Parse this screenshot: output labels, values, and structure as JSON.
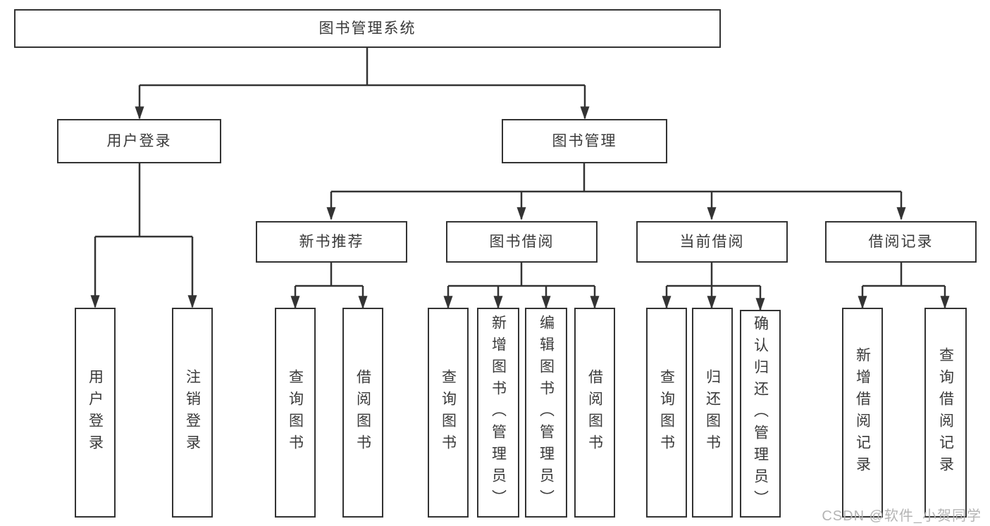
{
  "nodes": {
    "root": "图书管理系统",
    "user_login_group": "用户登录",
    "book_management": "图书管理",
    "user_login": "用户登录",
    "logout": "注销登录",
    "new_book_recommendation": "新书推荐",
    "book_borrowing": "图书借阅",
    "current_borrowing": "当前借阅",
    "borrowing_records": "借阅记录",
    "nb_query_books": "查询图书",
    "nb_borrow_books": "借阅图书",
    "bb_query_books": "查询图书",
    "bb_add_books_admin": "新增图书（管理员）",
    "bb_edit_books_admin": "编辑图书（管理员）",
    "bb_borrow_books": "借阅图书",
    "cb_query_books": "查询图书",
    "cb_return_books": "归还图书",
    "cb_confirm_return_admin": "确认归还（管理员）",
    "br_add_record": "新增借阅记录",
    "br_query_record": "查询借阅记录"
  },
  "watermark": "CSDN @软件_小贺同学",
  "colors": {
    "line": "#333333",
    "text": "#3a3a3a",
    "box_background": "#ffffff",
    "page_background": "#ffffff",
    "watermark": "#b4b4b4"
  }
}
